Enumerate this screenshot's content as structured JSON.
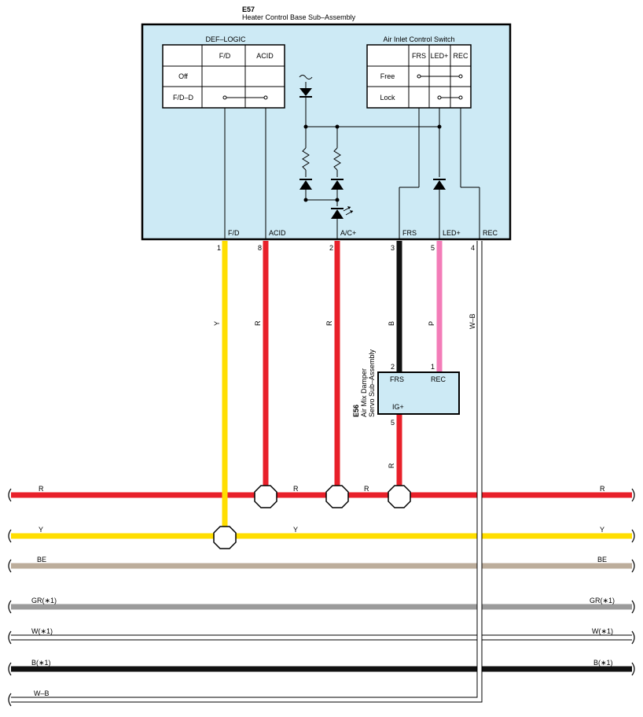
{
  "e57": {
    "code": "E57",
    "name": "Heater Control Base Sub–Assembly",
    "def_logic": {
      "title": "DEF–LOGIC",
      "col1": "F/D",
      "col2": "ACID",
      "row1": "Off",
      "row2": "F/D–D"
    },
    "air_inlet": {
      "title": "Air Inlet Control Switch",
      "col1": "FRS",
      "col2": "LED+",
      "col3": "REC",
      "row1": "Free",
      "row2": "Lock"
    },
    "terminals": {
      "fd": "F/D",
      "acid": "ACID",
      "ac": "A/C+",
      "frs": "FRS",
      "led": "LED+",
      "rec": "REC"
    },
    "pins": {
      "p1": "1",
      "p8": "8",
      "p2": "2",
      "p3": "3",
      "p5": "5",
      "p4": "4"
    }
  },
  "e56": {
    "code": "E56",
    "line1": "Air Mix Damper",
    "line2": "Servo Sub–Assembly",
    "frs": "FRS",
    "rec": "REC",
    "ig": "IG+",
    "pin2": "2",
    "pin1": "1",
    "pin5": "5"
  },
  "wire_colors": {
    "y": "Y",
    "r": "R",
    "b": "B",
    "p": "P",
    "wb": "W–B"
  },
  "bus": {
    "r": "R",
    "y": "Y",
    "be": "BE",
    "gr": "GR(∗1)",
    "w": "W(∗1)",
    "b": "B(∗1)",
    "wb": "W–B"
  },
  "colors": {
    "panel": "#cdeaf5",
    "red": "#e8202a",
    "yellow": "#ffde00",
    "beige": "#bcad9b",
    "gray": "#9b9b9b",
    "pink": "#f37cb8",
    "black": "#111111"
  }
}
